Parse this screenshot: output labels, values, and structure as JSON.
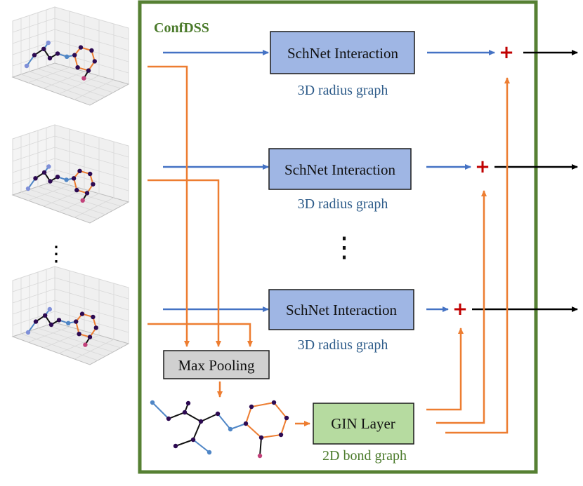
{
  "framework": {
    "title": "ConfDSS"
  },
  "interaction_blocks": [
    {
      "label": "SchNet Interaction",
      "caption": "3D radius graph"
    },
    {
      "label": "SchNet Interaction",
      "caption": "3D radius graph"
    },
    {
      "label": "SchNet Interaction",
      "caption": "3D radius graph"
    }
  ],
  "pooling": {
    "label": "Max Pooling"
  },
  "gin": {
    "label": "GIN Layer",
    "caption": "2D bond graph"
  },
  "plus_symbol": "+",
  "left_ellipsis": "⋮",
  "middle_ellipsis": "⋮",
  "colors": {
    "frame": "#568033",
    "blue_arrow": "#4472c4",
    "orange_arrow": "#ed7d31",
    "schnet_fill": "#9fb6e4",
    "pool_fill": "#d0d0d0",
    "gin_fill": "#b6dba0",
    "plus": "#c00000"
  }
}
